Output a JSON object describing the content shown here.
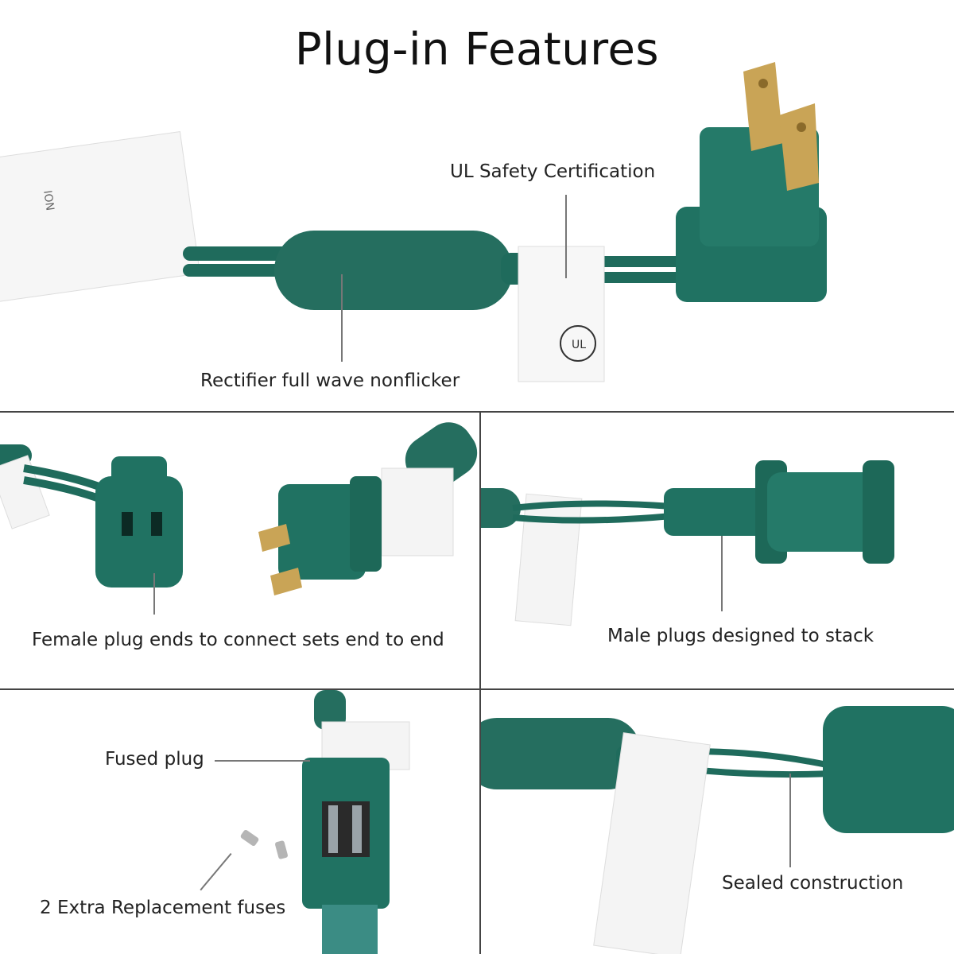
{
  "title": "Plug-in Features",
  "captions": {
    "ul_cert": "UL Safety Certification",
    "rectifier": "Rectifier full wave nonflicker",
    "female_plug": "Female plug ends to connect sets end to end",
    "male_plug": "Male plugs designed to stack",
    "fused_plug": "Fused plug",
    "extra_fuses": "2 Extra Replacement fuses",
    "sealed": "Sealed construction"
  },
  "colors": {
    "cord": "#1f6b5c",
    "plug": "#207262",
    "prong": "#c9a456",
    "label": "#f4f4f4",
    "leader": "#777777"
  }
}
